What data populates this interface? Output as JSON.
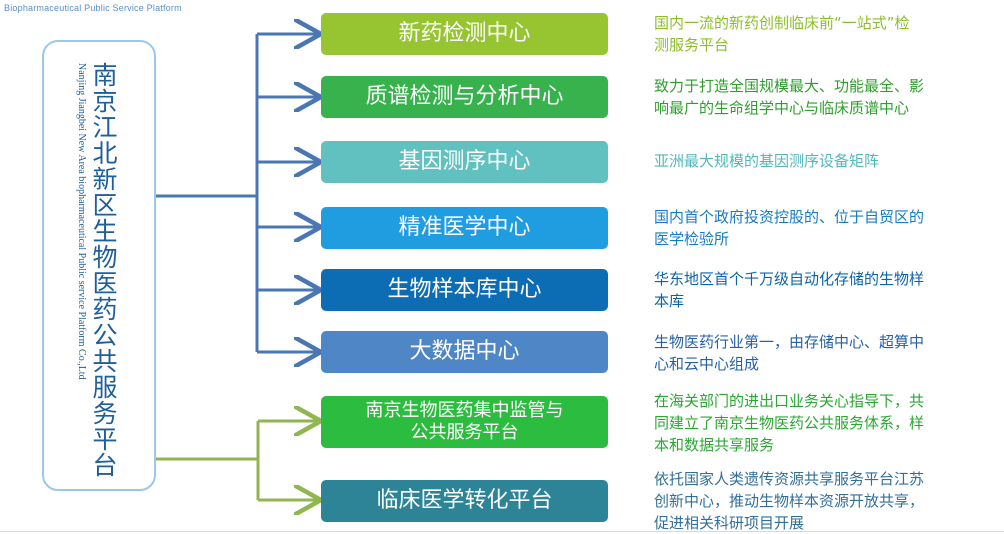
{
  "header": {
    "caption": "Biopharmaceutical Public Service Platform"
  },
  "platform": {
    "title": "南京江北新区生物医药公共服务平台",
    "subtitle": "Nanjing Jiangbei New Area biopharmaceutical Public service Platform Co.,Ltd"
  },
  "colors": {
    "blue_connector": "#4a77b3",
    "green_connector": "#8fb651",
    "main_box_border": "#9cc7ea",
    "lime": "#97c531",
    "green": "#37b24d",
    "teal": "#60c1c0",
    "light_blue": "#1f9de0",
    "dark_blue": "#0d6db4",
    "steel_blue": "#4f86c6",
    "bright_green": "#2cbc3f",
    "dark_teal": "#2d8497"
  },
  "centers": [
    {
      "label": "新药检测中心",
      "color": "#97c531",
      "description": "国内一流的新药创制临床前“一站式”检\n测服务平台",
      "description_color": "#8cbf27"
    },
    {
      "label": "质谱检测与分析中心",
      "color": "#37b24d",
      "description": "致力于打造全国规模最大、功能最全、影\n响最广的生命组学中心与临床质谱中心",
      "description_color": "#2e9f2d"
    },
    {
      "label": "基因测序中心",
      "color": "#60c1c0",
      "description": "亚洲最大规模的基因测序设备矩阵",
      "description_color": "#52b8bd"
    },
    {
      "label": "精准医学中心",
      "color": "#1f9de0",
      "description": "国内首个政府投资控股的、位于自贸区的\n医学检验所",
      "description_color": "#167bbf"
    },
    {
      "label": "生物样本库中心",
      "color": "#0d6db4",
      "description": "华东地区首个千万级自动化存储的生物样\n本库",
      "description_color": "#0b63aa"
    },
    {
      "label": "大数据中心",
      "color": "#4f86c6",
      "description": "生物医药行业第一，由存储中心、超算中\n心和云中心组成",
      "description_color": "#2660a8"
    },
    {
      "label": "南京生物医药集中监管与\n公共服务平台",
      "color": "#2cbc3f",
      "description": "在海关部门的进出口业务关心指导下，共\n同建立了南京生物医药公共服务体系，样\n本和数据共享服务",
      "description_color": "#29a832"
    },
    {
      "label": "临床医学转化平台",
      "color": "#2d8497",
      "description": "依托国家人类遗传资源共享服务平台江苏\n创新中心，推动生物样本资源开放共享，\n促进相关科研项目开展",
      "description_color": "#326f98"
    }
  ]
}
